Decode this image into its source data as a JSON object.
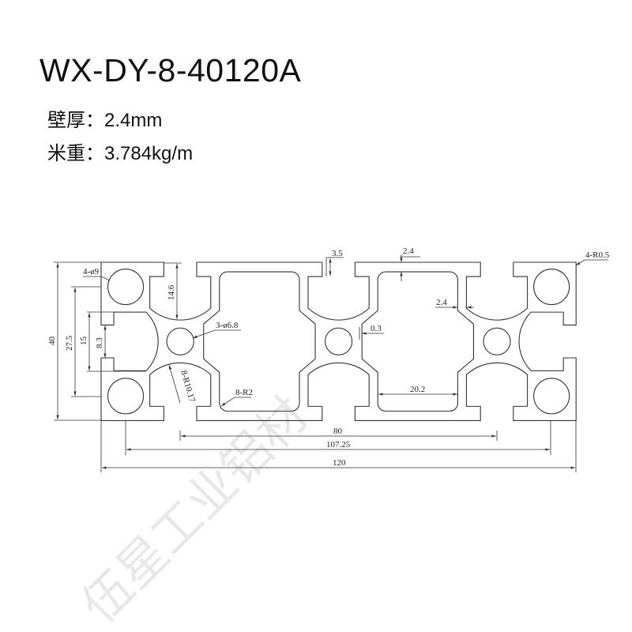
{
  "header": {
    "model": "WX-DY-8-40120A",
    "wall_thickness": "壁厚：2.4mm",
    "weight_per_meter": "米重：3.784kg/m"
  },
  "watermark": "伍星工业铝材",
  "colors": {
    "line": "#333333",
    "text": "#111111",
    "watermark": "#d9d9d9"
  },
  "dimensions": {
    "height": "40",
    "hole_spacing_vertical": "27.5",
    "slot_inner": "15",
    "slot_opening": "8.3",
    "corner_holes": "4-ø9",
    "slot_depth": "14.6",
    "center_holes": "3-ø6.8",
    "arc_radius": "8-R10.17",
    "cavity_radius": "8-R2",
    "lip": "3.5",
    "wall_top": "2.4",
    "wall_side": "2.4",
    "gap": "0.3",
    "cavity_width": "20.2",
    "corner_radius": "4-R0.5",
    "span_80": "80",
    "span_107": "107.25",
    "width": "120"
  }
}
